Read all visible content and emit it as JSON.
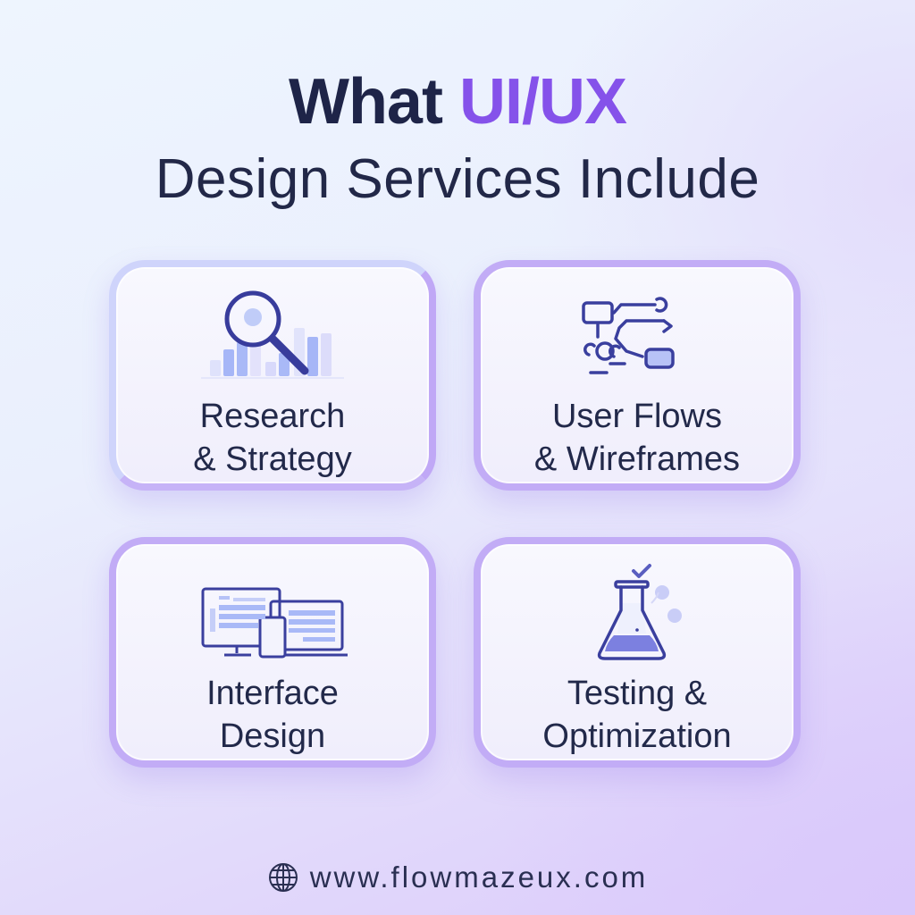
{
  "header": {
    "title_prefix": "What",
    "title_accent": "UI/UX",
    "subtitle": "Design Services Include"
  },
  "cards": [
    {
      "icon": "magnifier-chart-icon",
      "line1": "Research",
      "line2": "& Strategy"
    },
    {
      "icon": "flowchart-icon",
      "line1": "User Flows",
      "line2": "& Wireframes"
    },
    {
      "icon": "devices-icon",
      "line1": "Interface",
      "line2": "Design"
    },
    {
      "icon": "flask-check-icon",
      "line1": "Testing &",
      "line2": "Optimization"
    }
  ],
  "footer": {
    "icon": "globe-icon",
    "url": "www.flowmazeux.com"
  },
  "colors": {
    "title_dark": "#1e2448",
    "accent_purple": "#8552ea",
    "card_border": "#c2acf6",
    "icon_navy": "#3a3f9e",
    "icon_fill": "#9fb0f5"
  }
}
